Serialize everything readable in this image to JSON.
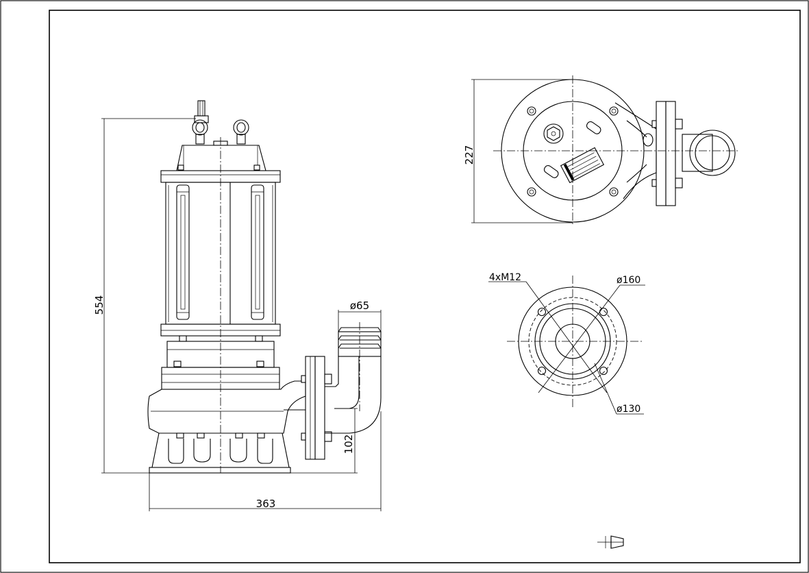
{
  "dimensions": {
    "overall_height": "554",
    "overall_width": "363",
    "outlet_height": "102",
    "outlet_diameter": "ø65",
    "plan_width": "227"
  },
  "flange_detail": {
    "bolts": "4xM12",
    "outer_diameter": "ø160",
    "bolt_circle_diameter": "ø130"
  },
  "colors": {
    "line": "#000000",
    "background": "#ffffff"
  },
  "symbols": [
    "projection-symbol-icon"
  ]
}
